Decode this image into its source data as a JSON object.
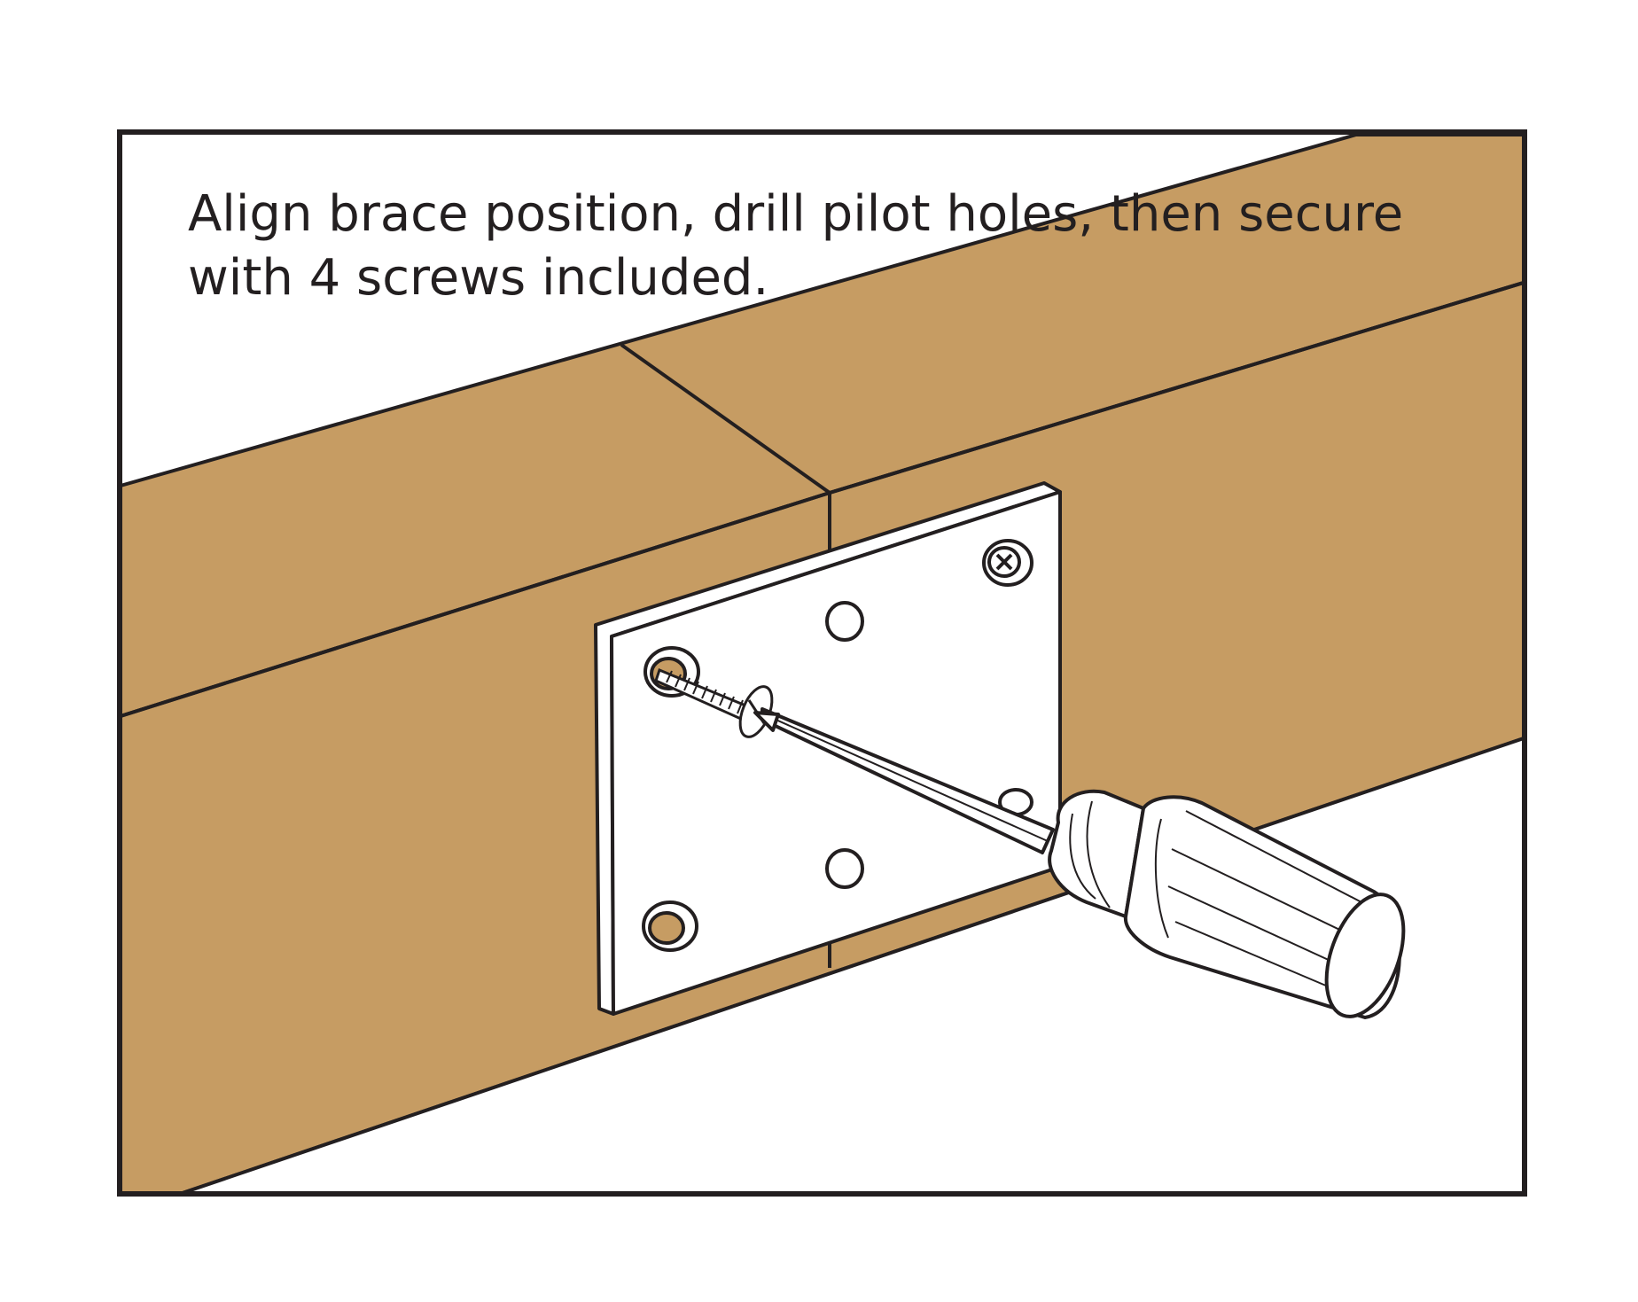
{
  "instruction": {
    "line1": "Align brace position, drill pilot holes, then secure",
    "line2": "with 4 screws included."
  },
  "colors": {
    "wood": "#c69c63",
    "outline": "#231f20",
    "plate": "#ffffff",
    "background": "#ffffff"
  },
  "icons": {
    "brace": "metal-mending-plate",
    "fastener": "phillips-wood-screw",
    "tool": "phillips-screwdriver"
  }
}
